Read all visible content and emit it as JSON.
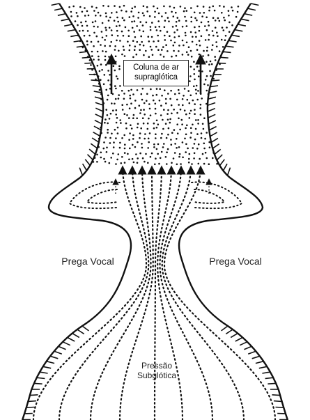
{
  "diagram": {
    "labels": {
      "supraglottic_line1": "Coluna de ar",
      "supraglottic_line2": "supraglótica",
      "vocal_fold_left": "Prega Vocal",
      "vocal_fold_right": "Prega Vocal",
      "pressure_line1": "Pressão",
      "pressure_line2": "Subglótica"
    },
    "colors": {
      "ink": "#111111",
      "background": "#ffffff"
    }
  }
}
